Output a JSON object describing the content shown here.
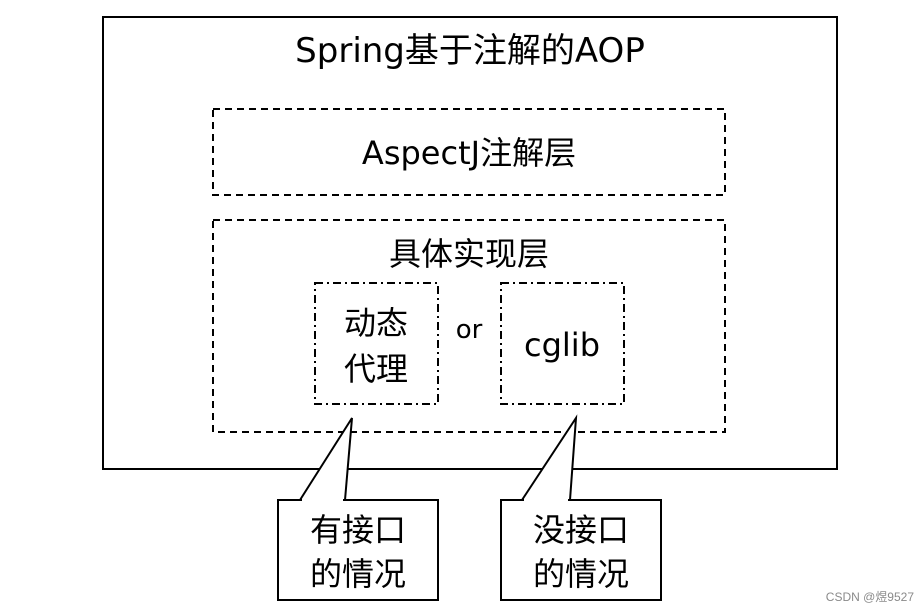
{
  "diagram": {
    "title": "Spring基于注解的AOP",
    "aspectj_layer": "AspectJ注解层",
    "impl_layer": "具体实现层",
    "dynamic_proxy": {
      "line1": "动态",
      "line2": "代理"
    },
    "connector": "or",
    "cglib": "cglib",
    "callout_interface": {
      "line1": "有接口",
      "line2": "的情况"
    },
    "callout_no_interface": {
      "line1": "没接口",
      "line2": "的情况"
    }
  },
  "watermark": "CSDN @煜9527"
}
